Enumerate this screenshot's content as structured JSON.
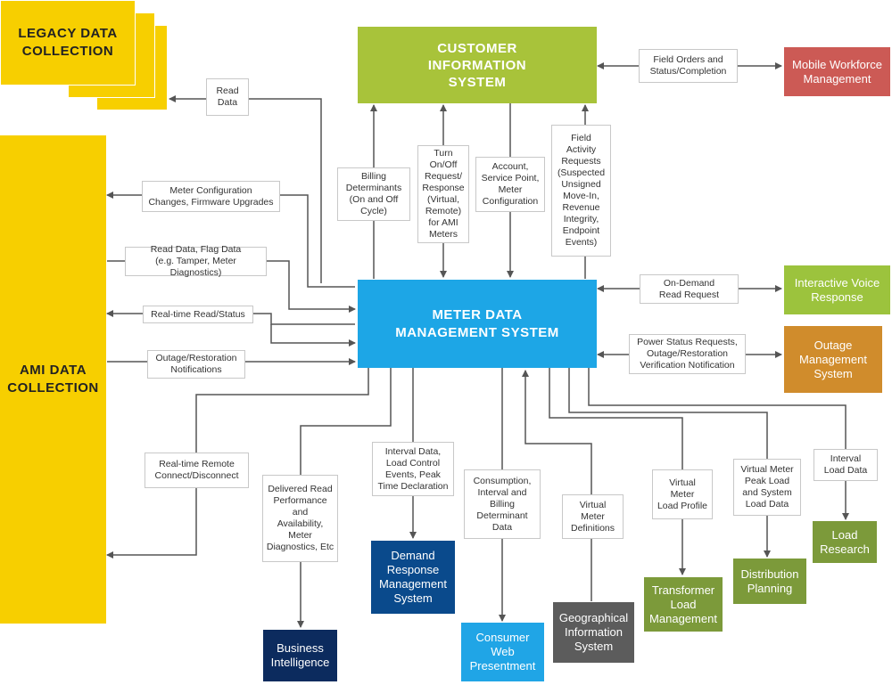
{
  "colors": {
    "legacy": "#f7cf00",
    "ami": "#f7cf00",
    "cis": "#a8c33a",
    "mdms": "#1da6e6",
    "mobile": "#cc5a55",
    "ivr": "#9cc33d",
    "oms": "#d08c2c",
    "load_research": "#7c9a3a",
    "distribution": "#7c9a3a",
    "transformer": "#7c9a3a",
    "geo": "#5c5c5c",
    "consumer_web": "#20a5e6",
    "demand_response": "#0a4a8c",
    "business_intel": "#0c2b5e",
    "arrow": "#555555"
  },
  "nodes": {
    "legacy": "LEGACY DATA\nCOLLECTION",
    "ami": "AMI DATA\nCOLLECTION",
    "cis": "CUSTOMER\nINFORMATION\nSYSTEM",
    "mdms": "METER DATA\nMANAGEMENT SYSTEM",
    "mobile": "Mobile Workforce\nManagement",
    "ivr": "Interactive Voice\nResponse",
    "oms": "Outage\nManagement\nSystem",
    "load_research": "Load\nResearch",
    "distribution": "Distribution\nPlanning",
    "transformer": "Transformer\nLoad\nManagement",
    "geo": "Geographical\nInformation\nSystem",
    "consumer_web": "Consumer\nWeb\nPresentment",
    "demand_response": "Demand\nResponse\nManagement\nSystem",
    "business_intel": "Business\nIntelligence"
  },
  "labels": {
    "read_data": "Read\nData",
    "meter_config": "Meter Configuration\nChanges, Firmware Upgrades",
    "read_flag": "Read Data, Flag Data\n(e.g. Tamper, Meter Diagnostics)",
    "realtime_status": "Real-time Read/Status",
    "outage_notif": "Outage/Restoration\nNotifications",
    "realtime_remote": "Real-time Remote\nConnect/Disconnect",
    "billing_det": "Billing\nDeterminants\n(On and Off\nCycle)",
    "turn_onoff": "Turn\nOn/Off\nRequest/\nResponse\n(Virtual,\nRemote)\nfor AMI\nMeters",
    "account": "Account,\nService Point,\nMeter\nConfiguration",
    "field_activity": "Field\nActivity\nRequests\n(Suspected\nUnsigned\nMove-In,\nRevenue\nIntegrity,\nEndpoint\nEvents)",
    "field_orders": "Field Orders and\nStatus/Completion",
    "on_demand": "On-Demand\nRead Request",
    "power_status": "Power Status Requests,\nOutage/Restoration\nVerification Notification",
    "delivered_read": "Delivered Read\nPerformance\nand\nAvailability,\nMeter\nDiagnostics, Etc",
    "interval_load": "Interval Data,\nLoad Control\nEvents, Peak\nTime Declaration",
    "consumption": "Consumption,\nInterval and\nBilling\nDeterminant\nData",
    "virtual_defs": "Virtual\nMeter\nDefinitions",
    "virtual_profile": "Virtual\nMeter\nLoad Profile",
    "virtual_peak": "Virtual Meter\nPeak Load\nand System\nLoad Data",
    "interval_data": "Interval\nLoad Data"
  }
}
